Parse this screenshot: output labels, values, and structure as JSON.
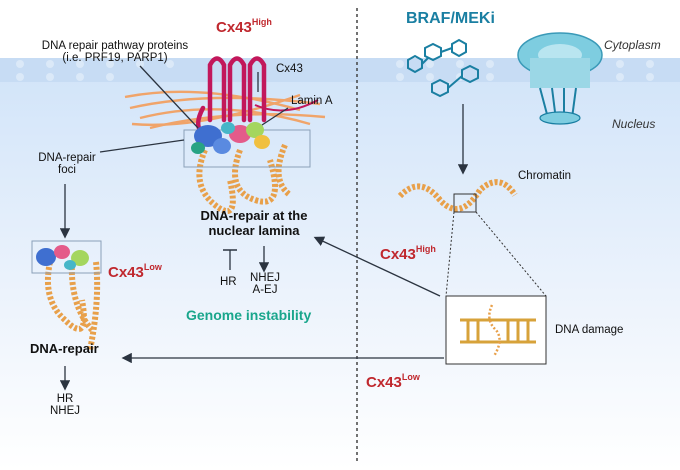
{
  "labels": {
    "cx43_high_top": "Cx43",
    "cx43_high_top_sup": "High",
    "braf_meki": "BRAF/MEKi",
    "cytoplasm": "Cytoplasm",
    "nucleus": "Nucleus",
    "dna_repair_proteins_line1": "DNA repair pathway proteins",
    "dna_repair_proteins_line2": "(i.e. PRF19, PARP1)",
    "cx43": "Cx43",
    "lamin_a": "Lamin A",
    "foci_line1": "DNA-repair",
    "foci_line2": "foci",
    "chromatin": "Chromatin",
    "lamina_line1": "DNA-repair at the",
    "lamina_line2": "nuclear lamina",
    "hr_left": "HR",
    "nhej_right_1": "NHEJ",
    "nhej_right_2": "A-EJ",
    "genome_instability": "Genome instability",
    "cx43_high_mid": "Cx43",
    "cx43_high_mid_sup": "High",
    "cx43_low_left": "Cx43",
    "cx43_low_left_sup": "Low",
    "cx43_low_bottom": "Cx43",
    "cx43_low_bottom_sup": "Low",
    "dna_damage": "DNA damage",
    "dna_repair": "DNA-repair",
    "hr_bottom": "HR",
    "nhej_bottom": "NHEJ"
  },
  "colors": {
    "red": "#c0282e",
    "teal": "#1a7fa2",
    "green": "#1aa68c",
    "chromatin": "#e8a04a",
    "connexin": "#c2185b",
    "membrane": "#bcd6f2"
  }
}
